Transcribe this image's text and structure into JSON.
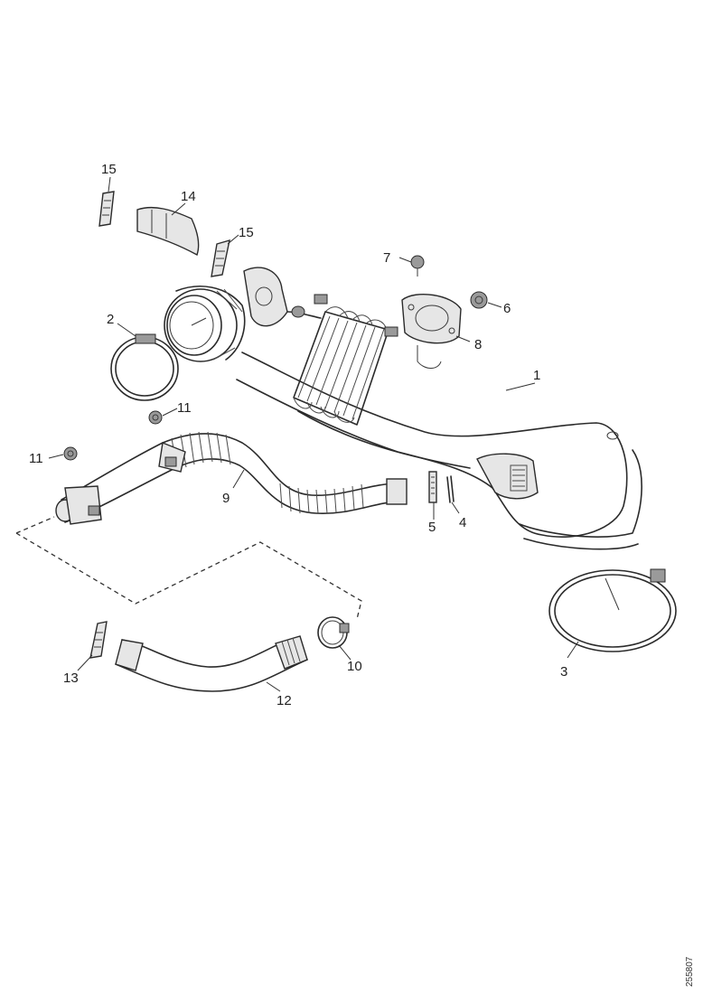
{
  "diagram": {
    "callouts": {
      "c1": "1",
      "c2": "2",
      "c3": "3",
      "c4": "4",
      "c5": "5",
      "c6": "6",
      "c7": "7",
      "c8": "8",
      "c9": "9",
      "c10": "10",
      "c11a": "11",
      "c11b": "11",
      "c12": "12",
      "c13": "13",
      "c14": "14",
      "c15a": "15",
      "c15b": "15"
    },
    "drawing_code": "255807"
  }
}
